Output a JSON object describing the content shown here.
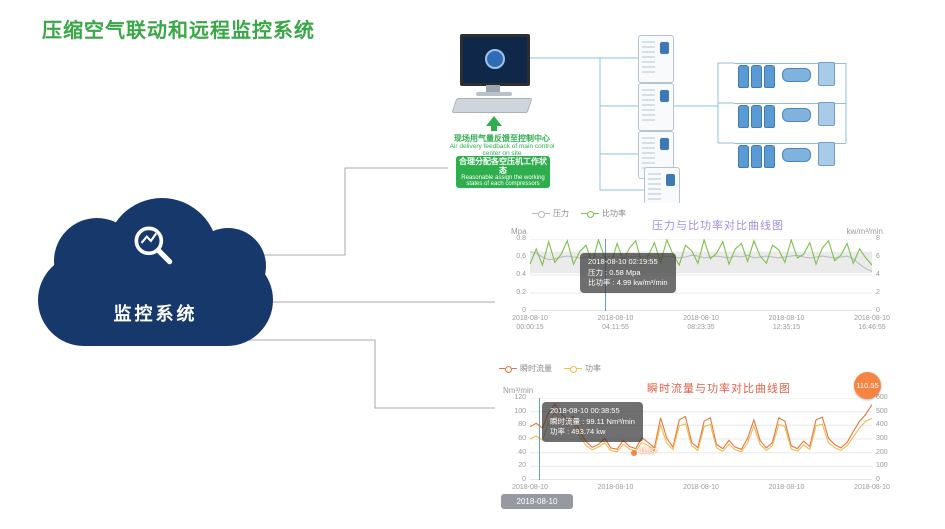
{
  "page": {
    "title": "压缩空气联动和远程监控系统"
  },
  "cloud": {
    "label": "监控系统"
  },
  "diagram": {
    "feedback_cn": "现场用气量反馈至控制中心",
    "feedback_en": "Air delivery feedback of main control center on site",
    "assign_cn": "合理分配各空压机工作状态",
    "assign_en": "Reasonable assign the working states of each compressors"
  },
  "chart_data": [
    {
      "type": "line",
      "title": "压力与比功率对比曲线图",
      "legend": [
        "压力",
        "比功率"
      ],
      "legend_position": "top-left",
      "grid": true,
      "y_left": {
        "label": "Mpa",
        "ticks": [
          0,
          0.2,
          0.4,
          0.6,
          0.8
        ],
        "range": [
          0,
          0.8
        ]
      },
      "y_right": {
        "label": "kw/m³/min",
        "ticks": [
          0,
          2,
          4,
          6,
          8
        ],
        "range": [
          0,
          8
        ]
      },
      "x_labels": [
        [
          "2018-08-10",
          "00:00:15"
        ],
        [
          "2018-08-10",
          "04:11:55"
        ],
        [
          "2018-08-10",
          "08:23:35"
        ],
        [
          "2018-08-10",
          "12:35:15"
        ],
        [
          "2018-08-10",
          "16:46:55"
        ]
      ],
      "band": {
        "from": 0.42,
        "to": 0.66,
        "color": "#e7e7e7"
      },
      "hover": {
        "x_frac": 0.22
      },
      "tooltip": {
        "time": "2018-08-10 02:19:55",
        "l1": "压力 : 0.58 Mpa",
        "l2": "比功率 : 4.99 kw/m³/min"
      },
      "series": [
        {
          "name": "压力",
          "axis": "left",
          "color": "#b9bdc2",
          "values": [
            0.66,
            0.64,
            0.6,
            0.57,
            0.58,
            0.6,
            0.61,
            0.6,
            0.59,
            0.6,
            0.62,
            0.6,
            0.59,
            0.61,
            0.6,
            0.59,
            0.6,
            0.61,
            0.6,
            0.62,
            0.6,
            0.59,
            0.61,
            0.6,
            0.59,
            0.6,
            0.62,
            0.61,
            0.59,
            0.6,
            0.61,
            0.6,
            0.59,
            0.61,
            0.6,
            0.62,
            0.59,
            0.6,
            0.61,
            0.6,
            0.59,
            0.6,
            0.61,
            0.62,
            0.6,
            0.59,
            0.6,
            0.61,
            0.6,
            0.59,
            0.6,
            0.61,
            0.58,
            0.52,
            0.47,
            0.44
          ]
        },
        {
          "name": "比功率",
          "axis": "right",
          "color": "#7dbf4e",
          "values": [
            5.2,
            6.9,
            5.1,
            7.7,
            5.4,
            6.3,
            7.8,
            5.2,
            6.6,
            7.3,
            5.3,
            7.9,
            6.0,
            5.2,
            7.5,
            5.6,
            7.0,
            7.8,
            5.2,
            6.1,
            7.6,
            5.4,
            7.9,
            6.3,
            5.1,
            7.3,
            6.7,
            5.3,
            7.9,
            5.8,
            6.4,
            7.7,
            5.2,
            6.9,
            7.5,
            5.5,
            7.8,
            6.1,
            5.3,
            7.3,
            6.8,
            5.4,
            7.9,
            5.9,
            6.3,
            7.6,
            5.2,
            7.0,
            7.8,
            5.6,
            6.2,
            7.5,
            5.3,
            6.9,
            5.9,
            5.1
          ]
        }
      ]
    },
    {
      "type": "line",
      "title": "瞬时流量与功率对比曲线图",
      "legend": [
        "瞬时流量",
        "功率"
      ],
      "legend_position": "top-left",
      "grid": true,
      "y_left": {
        "label": "Nm³/min",
        "ticks": [
          0,
          20,
          40,
          60,
          80,
          100,
          120
        ],
        "range": [
          0,
          120
        ]
      },
      "y_right": {
        "label": "",
        "ticks": [
          0,
          100,
          200,
          300,
          400,
          500,
          600
        ],
        "range": [
          0,
          600
        ]
      },
      "x_labels": [
        "2018-08-10",
        "2018-08-10",
        "2018-08-10",
        "2018-08-10",
        "2018-08-10"
      ],
      "hover": {
        "x_frac": 0.025
      },
      "tooltip": {
        "time": "2018-08-10 00:38:55",
        "l1": "瞬时流量 : 99.11 Nm³/min",
        "l2": "功率 : 493.74 kw"
      },
      "axis_pointer": "2018-08-10",
      "annotations": {
        "max_badge": "110.55",
        "min_point": "11.87"
      },
      "series": [
        {
          "name": "瞬时流量",
          "axis": "left",
          "color": "#e8743f",
          "values": [
            78,
            83,
            76,
            99,
            111,
            97,
            88,
            93,
            71,
            56,
            48,
            52,
            61,
            47,
            45,
            58,
            49,
            46,
            62,
            55,
            47,
            91,
            61,
            48,
            88,
            93,
            55,
            47,
            86,
            91,
            52,
            46,
            58,
            48,
            45,
            61,
            88,
            58,
            47,
            55,
            91,
            86,
            50,
            46,
            57,
            49,
            88,
            92,
            61,
            52,
            47,
            55,
            71,
            86,
            96,
            110.55
          ]
        },
        {
          "name": "功率",
          "axis": "right",
          "color": "#eebd4e",
          "values": [
            300,
            322,
            292,
            421,
            494,
            432,
            401,
            412,
            321,
            252,
            221,
            241,
            272,
            216,
            206,
            261,
            226,
            211,
            276,
            251,
            216,
            401,
            271,
            221,
            396,
            411,
            251,
            216,
            391,
            406,
            236,
            211,
            261,
            221,
            206,
            271,
            396,
            261,
            216,
            251,
            406,
            391,
            226,
            211,
            256,
            223,
            396,
            409,
            271,
            236,
            216,
            251,
            316,
            381,
            431,
            452
          ]
        }
      ]
    }
  ]
}
